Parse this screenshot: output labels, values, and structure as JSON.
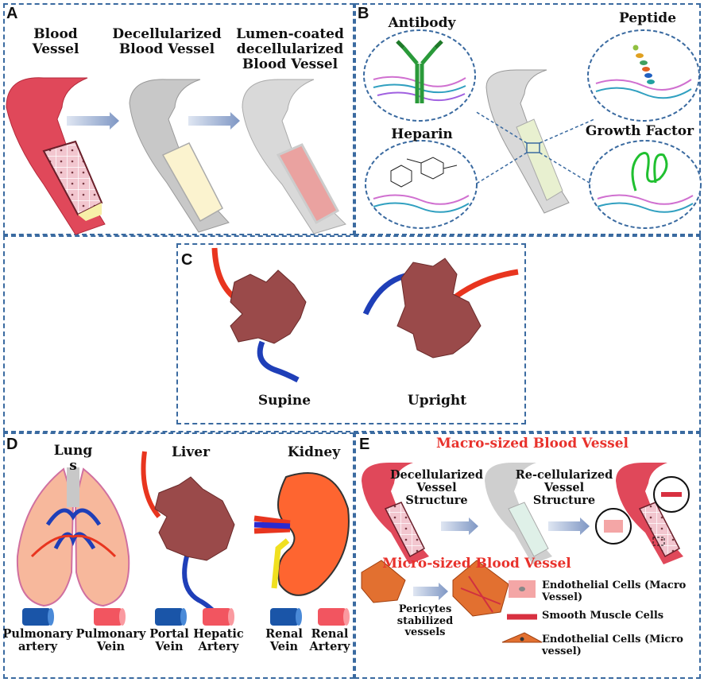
{
  "panelA": {
    "label": "A",
    "vessel": "Blood\nVessel",
    "decell": "Decellularized\nBlood Vessel",
    "coated": "Lumen-coated\ndecellularized\nBlood Vessel"
  },
  "panelB": {
    "label": "B",
    "antibody": "Antibody",
    "peptide": "Peptide",
    "heparin": "Heparin",
    "growth": "Growth Factor"
  },
  "panelC": {
    "label": "C",
    "supine": "Supine",
    "upright": "Upright"
  },
  "panelD": {
    "label": "D",
    "lungs": "Lung\ns",
    "liver": "Liver",
    "kidney": "Kidney",
    "pulm_artery": "Pulmonary\nartery",
    "pulm_vein": "Pulmonary\nVein",
    "portal_vein": "Portal\nVein",
    "hepatic_artery": "Hepatic\nArtery",
    "renal_vein": "Renal\nVein",
    "renal_artery": "Renal\nArtery"
  },
  "panelE": {
    "label": "E",
    "macro_title": "Macro-sized Blood Vessel",
    "decell_struct": "Decellularized\nVessel\nStructure",
    "recell_struct": "Re-cellularized\nVessel\nStructure",
    "micro_title": "Micro-sized Blood Vessel",
    "pericytes": "Pericytes\nstabilized\nvessels",
    "legend_endo_macro": "Endothelial Cells (Macro\nVessel)",
    "legend_smooth": "Smooth Muscle Cells",
    "legend_endo_micro": "Endothelial Cells (Micro\nvessel)"
  },
  "colors": {
    "border": "#3a6aa0",
    "vessel_red": "#e0485a",
    "organ_brown": "#9a4a4a",
    "vein_blue": "#1f3fb8",
    "artery_red": "#e8351f",
    "title_red": "#e8322c"
  }
}
